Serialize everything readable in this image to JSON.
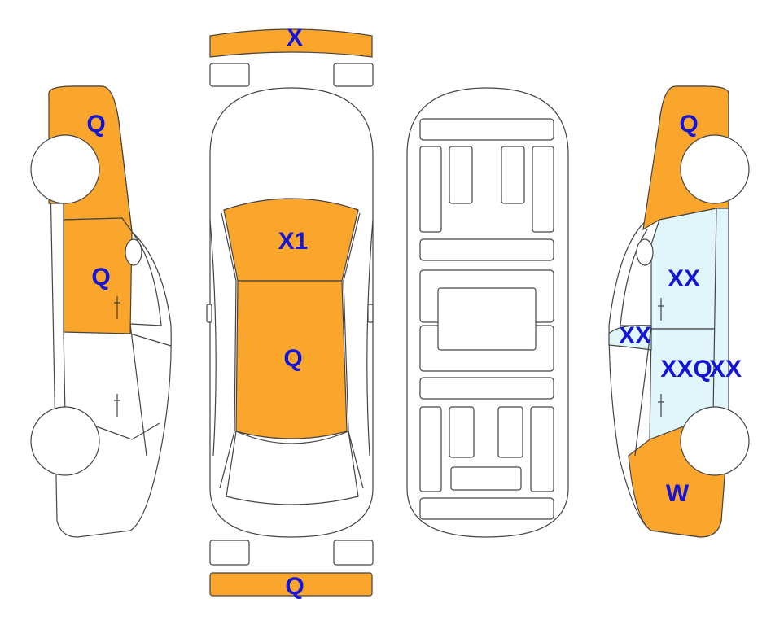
{
  "colors": {
    "damage_orange": "#FAA62C",
    "light_blue": "#E0F6FA",
    "label_blue": "#1515D8",
    "outline": "#444444"
  },
  "labels": {
    "front_bumper": "X",
    "hood": "X1",
    "roof": "Q",
    "rear_bumper": "Q",
    "left_front_fender": "Q",
    "left_front_door": "Q",
    "right_front_fender": "Q",
    "right_front_door": "XX",
    "right_mirror": "XX",
    "right_rear_door": "XXQ",
    "right_rear_pillar": "XX",
    "right_rear_quarter": "W"
  }
}
